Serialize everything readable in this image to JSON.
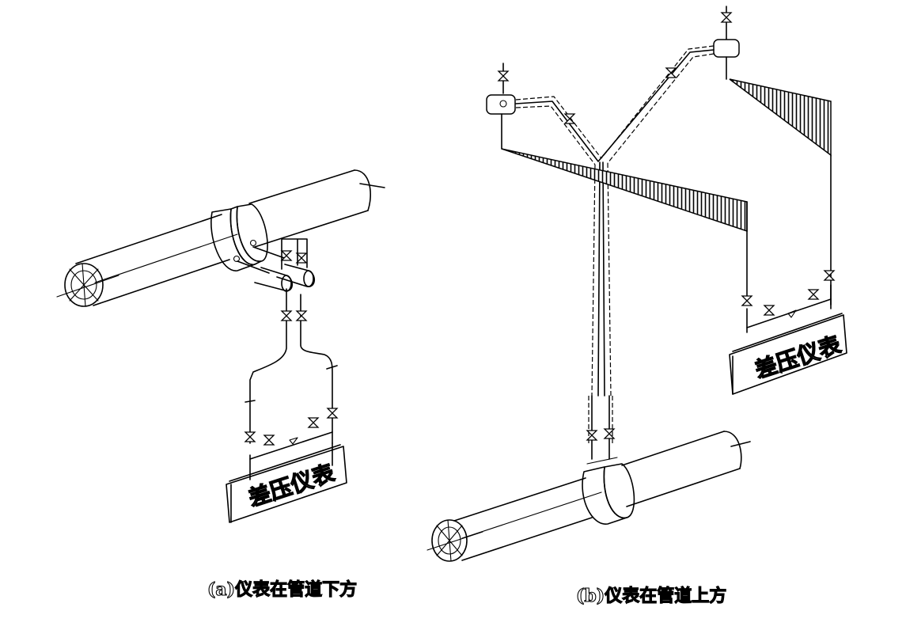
{
  "diagram": {
    "left": {
      "caption": "(a)仪表在管道下方",
      "instrument_label": "差压仪表"
    },
    "right": {
      "caption": "(b)仪表在管道上方",
      "instrument_label": "差压仪表"
    }
  },
  "colors": {
    "line": "#000000",
    "background": "#ffffff"
  }
}
